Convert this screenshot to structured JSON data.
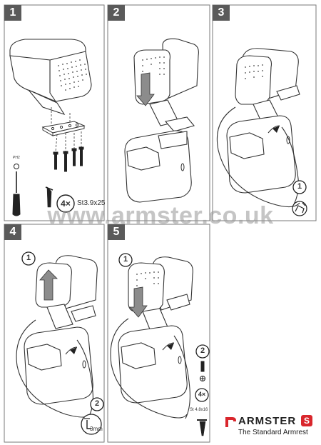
{
  "panels": [
    {
      "number": "1"
    },
    {
      "number": "2"
    },
    {
      "number": "3"
    },
    {
      "number": "4"
    },
    {
      "number": "5"
    }
  ],
  "watermark": "www.armster.co.uk",
  "panel1": {
    "screw_count": "4×",
    "screw_spec": "St3.9x25",
    "tool_label": "PH2"
  },
  "panel3": {
    "step": "1"
  },
  "panel4": {
    "step1": "1",
    "step2": "2",
    "hex_label": "3mm"
  },
  "panel5": {
    "step1": "1",
    "step2": "2",
    "screw_count": "4×",
    "screw_spec": "St 4.8x16"
  },
  "brand": {
    "name": "ARMSTER",
    "badge": "S",
    "tagline": "The Standard Armrest",
    "accent_color": "#d9262c"
  },
  "colors": {
    "panel_border": "#7a7a7a",
    "arrow_fill": "#8c8c8c",
    "line": "#333333"
  }
}
